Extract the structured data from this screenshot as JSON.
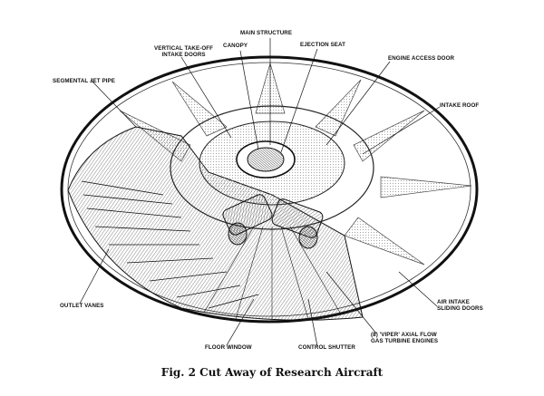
{
  "labels": {
    "main_structure": "MAIN STRUCTURE",
    "vertical_take_off": [
      "VERTICAL TAKE-OFF",
      "INTAKE DOORS"
    ],
    "canopy": "CANOPY",
    "ejection_seat": "EJECTION SEAT",
    "engine_access_door": "ENGINE ACCESS DOOR",
    "segmental_jet_pipe": "SEGMENTAL JET PIPE",
    "intake_roof": "INTAKE ROOF",
    "outlet_vanes": "OUTLET VANES",
    "air_intake_sliding_doors": [
      "AIR INTAKE",
      "SLIDING DOORS"
    ],
    "floor_window": "FLOOR WINDOW",
    "control_shutter": "CONTROL SHUTTER",
    "viper_engines": [
      "(8) 'VIPER' AXIAL FLOW",
      "GAS TURBINE ENGINES"
    ]
  },
  "caption": "Fig. 2   Cut Away of Research Aircraft"
}
